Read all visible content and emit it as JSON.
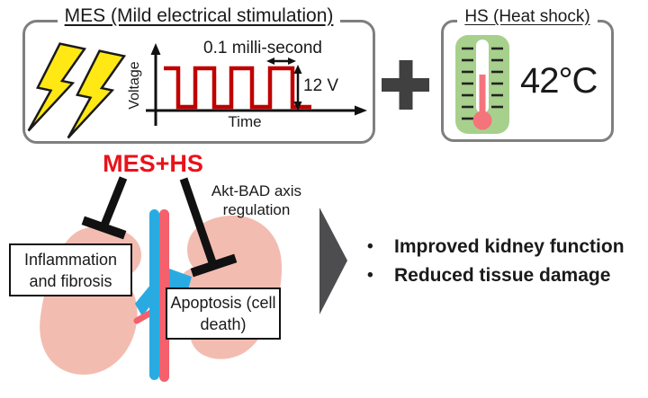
{
  "figure": {
    "mes": {
      "title": "MES (Mild electrical stimulation)",
      "icon": "lightning-bolts-icon",
      "waveform": {
        "type": "line",
        "shape": "square-wave",
        "ylabel": "Voltage",
        "xlabel": "Time",
        "pulse_width_label": "0.1 milli-second",
        "amplitude_label": "12 V",
        "high_level_v": 12,
        "low_level_v": 0,
        "pulses_shown": 4
      }
    },
    "operator": "plus-icon",
    "hs": {
      "title": "HS (Heat shock)",
      "icon": "thermometer-icon",
      "temperature": "42°C"
    },
    "treatment_label": "MES+HS",
    "pathway_note": "Akt-BAD axis regulation",
    "inhibited": {
      "left": "Inflammation and fibrosis",
      "right": "Apoptosis (cell death)"
    },
    "outcomes": [
      "Improved kidney function",
      "Reduced tissue damage"
    ]
  },
  "colors": {
    "waveform_red": "#C00000",
    "treatment_red": "#E8131B",
    "kidney_pink": "#F3BCB1",
    "artery_red": "#F4606C",
    "vein_blue": "#29ABE2",
    "bolt_yellow": "#FFE814",
    "thermometer_green": "#A8D08D",
    "mercury_red": "#F4747C",
    "arrow_gray": "#4D4D50",
    "plus_gray": "#404040",
    "panel_border_gray": "#7F7F7F",
    "inhibitor_black": "#111111"
  }
}
